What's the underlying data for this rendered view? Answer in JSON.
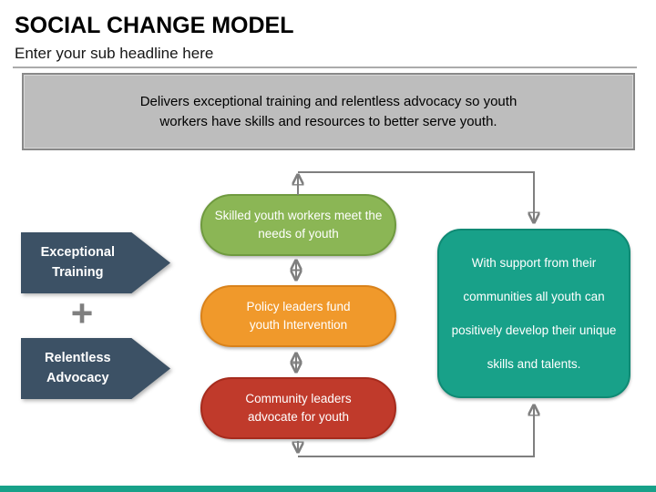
{
  "colors": {
    "teal": "#18A189",
    "teal_border": "#0F8A74",
    "green": "#8BB655",
    "green_border": "#6F9A3F",
    "orange": "#F0992B",
    "orange_border": "#D9821B",
    "red": "#C03A2B",
    "red_border": "#A62B1D",
    "slate": "#3C5165",
    "connector_gray": "#7F7F7F",
    "banner_fill": "#BDBDBD",
    "banner_border": "#898989",
    "rule_gray": "#ABABAB"
  },
  "header": {
    "title": "SOCIAL CHANGE MODEL",
    "subtitle": "Enter your sub headline here"
  },
  "banner": {
    "text": "Delivers exceptional training and relentless advocacy so youth workers have skills and resources to better serve youth."
  },
  "drivers": {
    "plus": "+",
    "items": [
      {
        "label": "Exceptional Training"
      },
      {
        "label": "Relentless Advocacy"
      }
    ]
  },
  "stages": [
    {
      "text": "Skilled youth workers meet the needs of youth",
      "color": "#8BB655",
      "border": "#6F9A3F"
    },
    {
      "text": "Policy leaders fund youth Intervention",
      "color": "#F0992B",
      "border": "#D9821B"
    },
    {
      "text": "Community leaders advocate for youth",
      "color": "#C03A2B",
      "border": "#A62B1D"
    }
  ],
  "outcome": {
    "text": "With support from their communities all youth can positively develop their unique skills and talents."
  }
}
